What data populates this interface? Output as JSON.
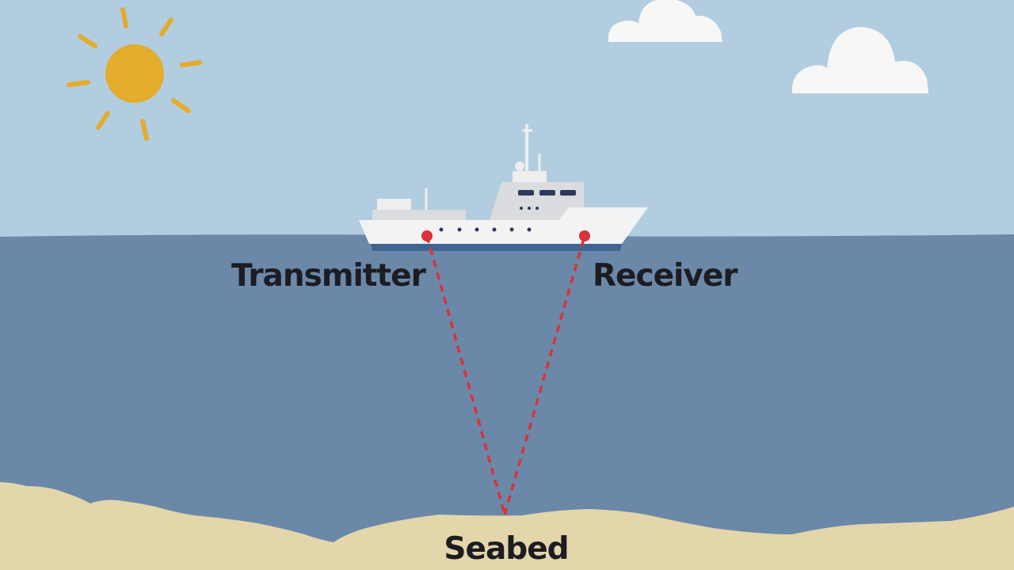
{
  "labels": {
    "transmitter": "Transmitter",
    "receiver": "Receiver",
    "seabed": "Seabed"
  },
  "colors": {
    "sky": "#b2cde0",
    "sea": "#6b88a8",
    "sand": "#e3d6aa",
    "sun": "#e3ac2c",
    "cloud": "#f7f7f5",
    "signal": "#d8323a",
    "hull_stripe": "#3e6592",
    "window": "#2e3a5c"
  },
  "icons": [
    "sun-icon",
    "cloud-icon",
    "ship-icon"
  ]
}
